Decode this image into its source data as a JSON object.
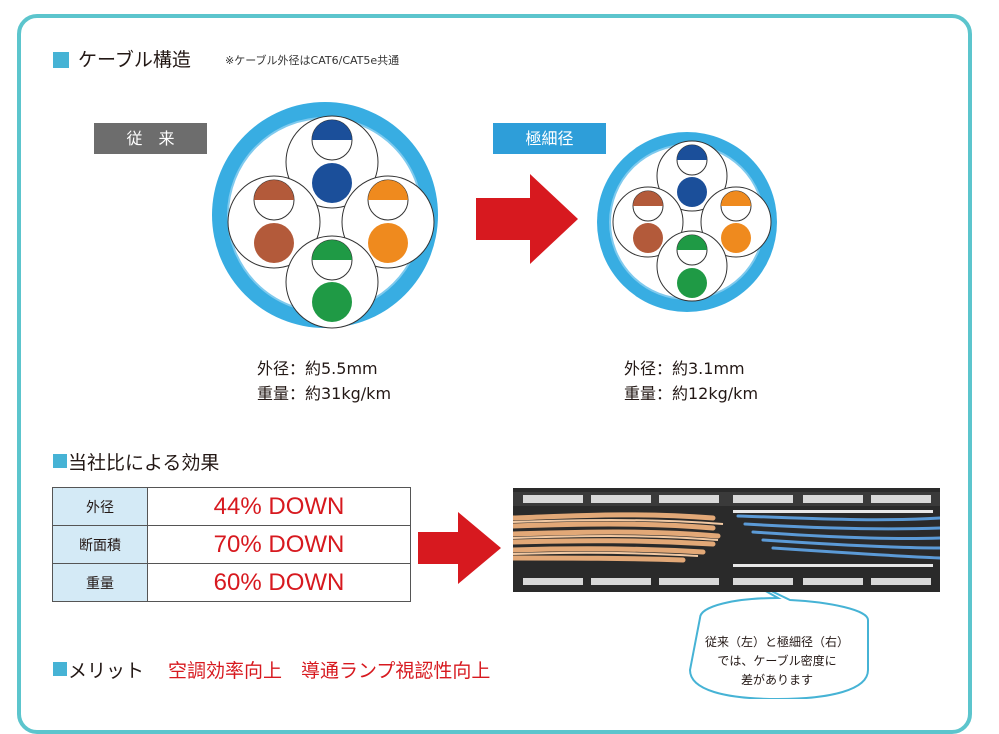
{
  "header": {
    "title": "ケーブル構造",
    "note": "※ケーブル外径はCAT6/CAT5e共通"
  },
  "conventional": {
    "label": "従　来",
    "diameter": "外径：約5.5mm",
    "weight": "重量：約31kg/km"
  },
  "thin": {
    "label": "極細径",
    "diameter": "外径：約3.1mm",
    "weight": "重量：約12kg/km"
  },
  "effects": {
    "title": "当社比による効果",
    "rows": [
      {
        "label": "外径",
        "value": "44% DOWN"
      },
      {
        "label": "断面積",
        "value": "70% DOWN"
      },
      {
        "label": "重量",
        "value": "60% DOWN"
      }
    ]
  },
  "merit": {
    "label": "メリット",
    "value": "空調効率向上　導通ランプ視認性向上"
  },
  "bubble": {
    "line1": "従来（左）と極細径（右）",
    "line2": "では、ケーブル密度に",
    "line3": "差があります"
  },
  "colors": {
    "jacket": "#38ade2",
    "arrow": "#d7191f",
    "frame": "#5cc5cd",
    "accent_square": "#46b3d5",
    "label_gray": "#6d6d6d",
    "label_blue": "#2e9ed9",
    "pair_blue": "#1b4f9a",
    "pair_orange": "#ef8a1e",
    "pair_brown": "#b35a3a",
    "pair_green": "#1f9a45"
  }
}
